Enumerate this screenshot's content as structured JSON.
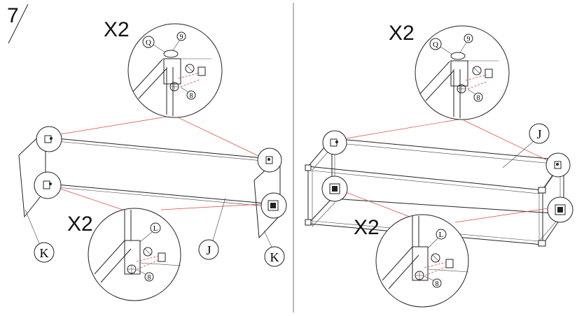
{
  "step": "7",
  "left_panel": {
    "qty_top": "X2",
    "qty_bottom": "X2",
    "top_zoom": {
      "part_a": "Q",
      "part_b": "9",
      "part_c": "8"
    },
    "bottom_zoom": {
      "part_a": "L",
      "part_c": "8"
    },
    "part_k_left": "K",
    "part_k_right": "K",
    "part_j": "J"
  },
  "right_panel": {
    "qty_top": "X2",
    "qty_bottom": "X2",
    "top_zoom": {
      "part_a": "Q",
      "part_b": "9",
      "part_c": "8"
    },
    "bottom_zoom": {
      "part_a": "L",
      "part_c": "8"
    },
    "part_j": "J"
  },
  "colors": {
    "line": "#222222",
    "leader": "#e0443c",
    "background": "#ffffff"
  }
}
